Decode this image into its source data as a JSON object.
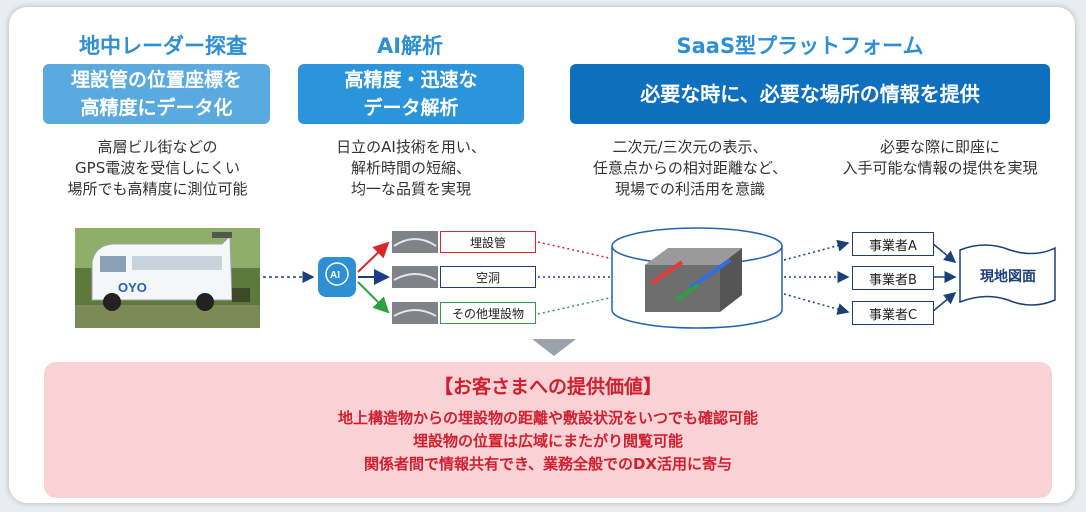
{
  "columns": [
    {
      "heading": "地中レーダー探査",
      "box_lines": [
        "埋設管の位置座標を",
        "高精度にデータ化"
      ],
      "description": "高層ビル街などの\nGPS電波を受信しにくい\n場所でも高精度に測位可能"
    },
    {
      "heading": "AI解析",
      "box_lines": [
        "高精度・迅速な",
        "データ解析"
      ],
      "description": "日立のAI技術を用い、\n解析時間の短縮、\n均一な品質を実現"
    },
    {
      "heading": "SaaS型プラットフォーム",
      "box_lines": [
        "必要な時に、必要な場所の情報を提供"
      ],
      "description_left": "二次元/三次元の表示、\n任意点からの相対距離など、\n現場での利活用を意識",
      "description_right": "必要な際に即座に\n入手可能な情報の提供を実現"
    }
  ],
  "van": {
    "logo_text": "OYO"
  },
  "ai_icon": {
    "label": "AI"
  },
  "detections": [
    {
      "label": "埋設管",
      "color": "#d9262c"
    },
    {
      "label": "空洞",
      "color": "#1e3a8a"
    },
    {
      "label": "その他埋設物",
      "color": "#2ea043"
    }
  ],
  "businesses": [
    "事業者A",
    "事業者B",
    "事業者C"
  ],
  "map_label": "現地図面",
  "value_box": {
    "title": "【お客さまへの提供価値】",
    "lines": [
      "地上構造物からの埋設物の距離や敷設状況をいつでも確認可能",
      "埋設物の位置は広域にまたがり閲覧可能",
      "関係者間で情報共有でき、業務全般でのDX活用に寄与"
    ]
  },
  "colors": {
    "heading": "#2e8fd3",
    "box_light": "#5aaae0",
    "box_dark": "#0f6fbf",
    "value_bg": "#f9d2d6",
    "value_text": "#d02030",
    "arrow_dark": "#1b3f7a"
  }
}
